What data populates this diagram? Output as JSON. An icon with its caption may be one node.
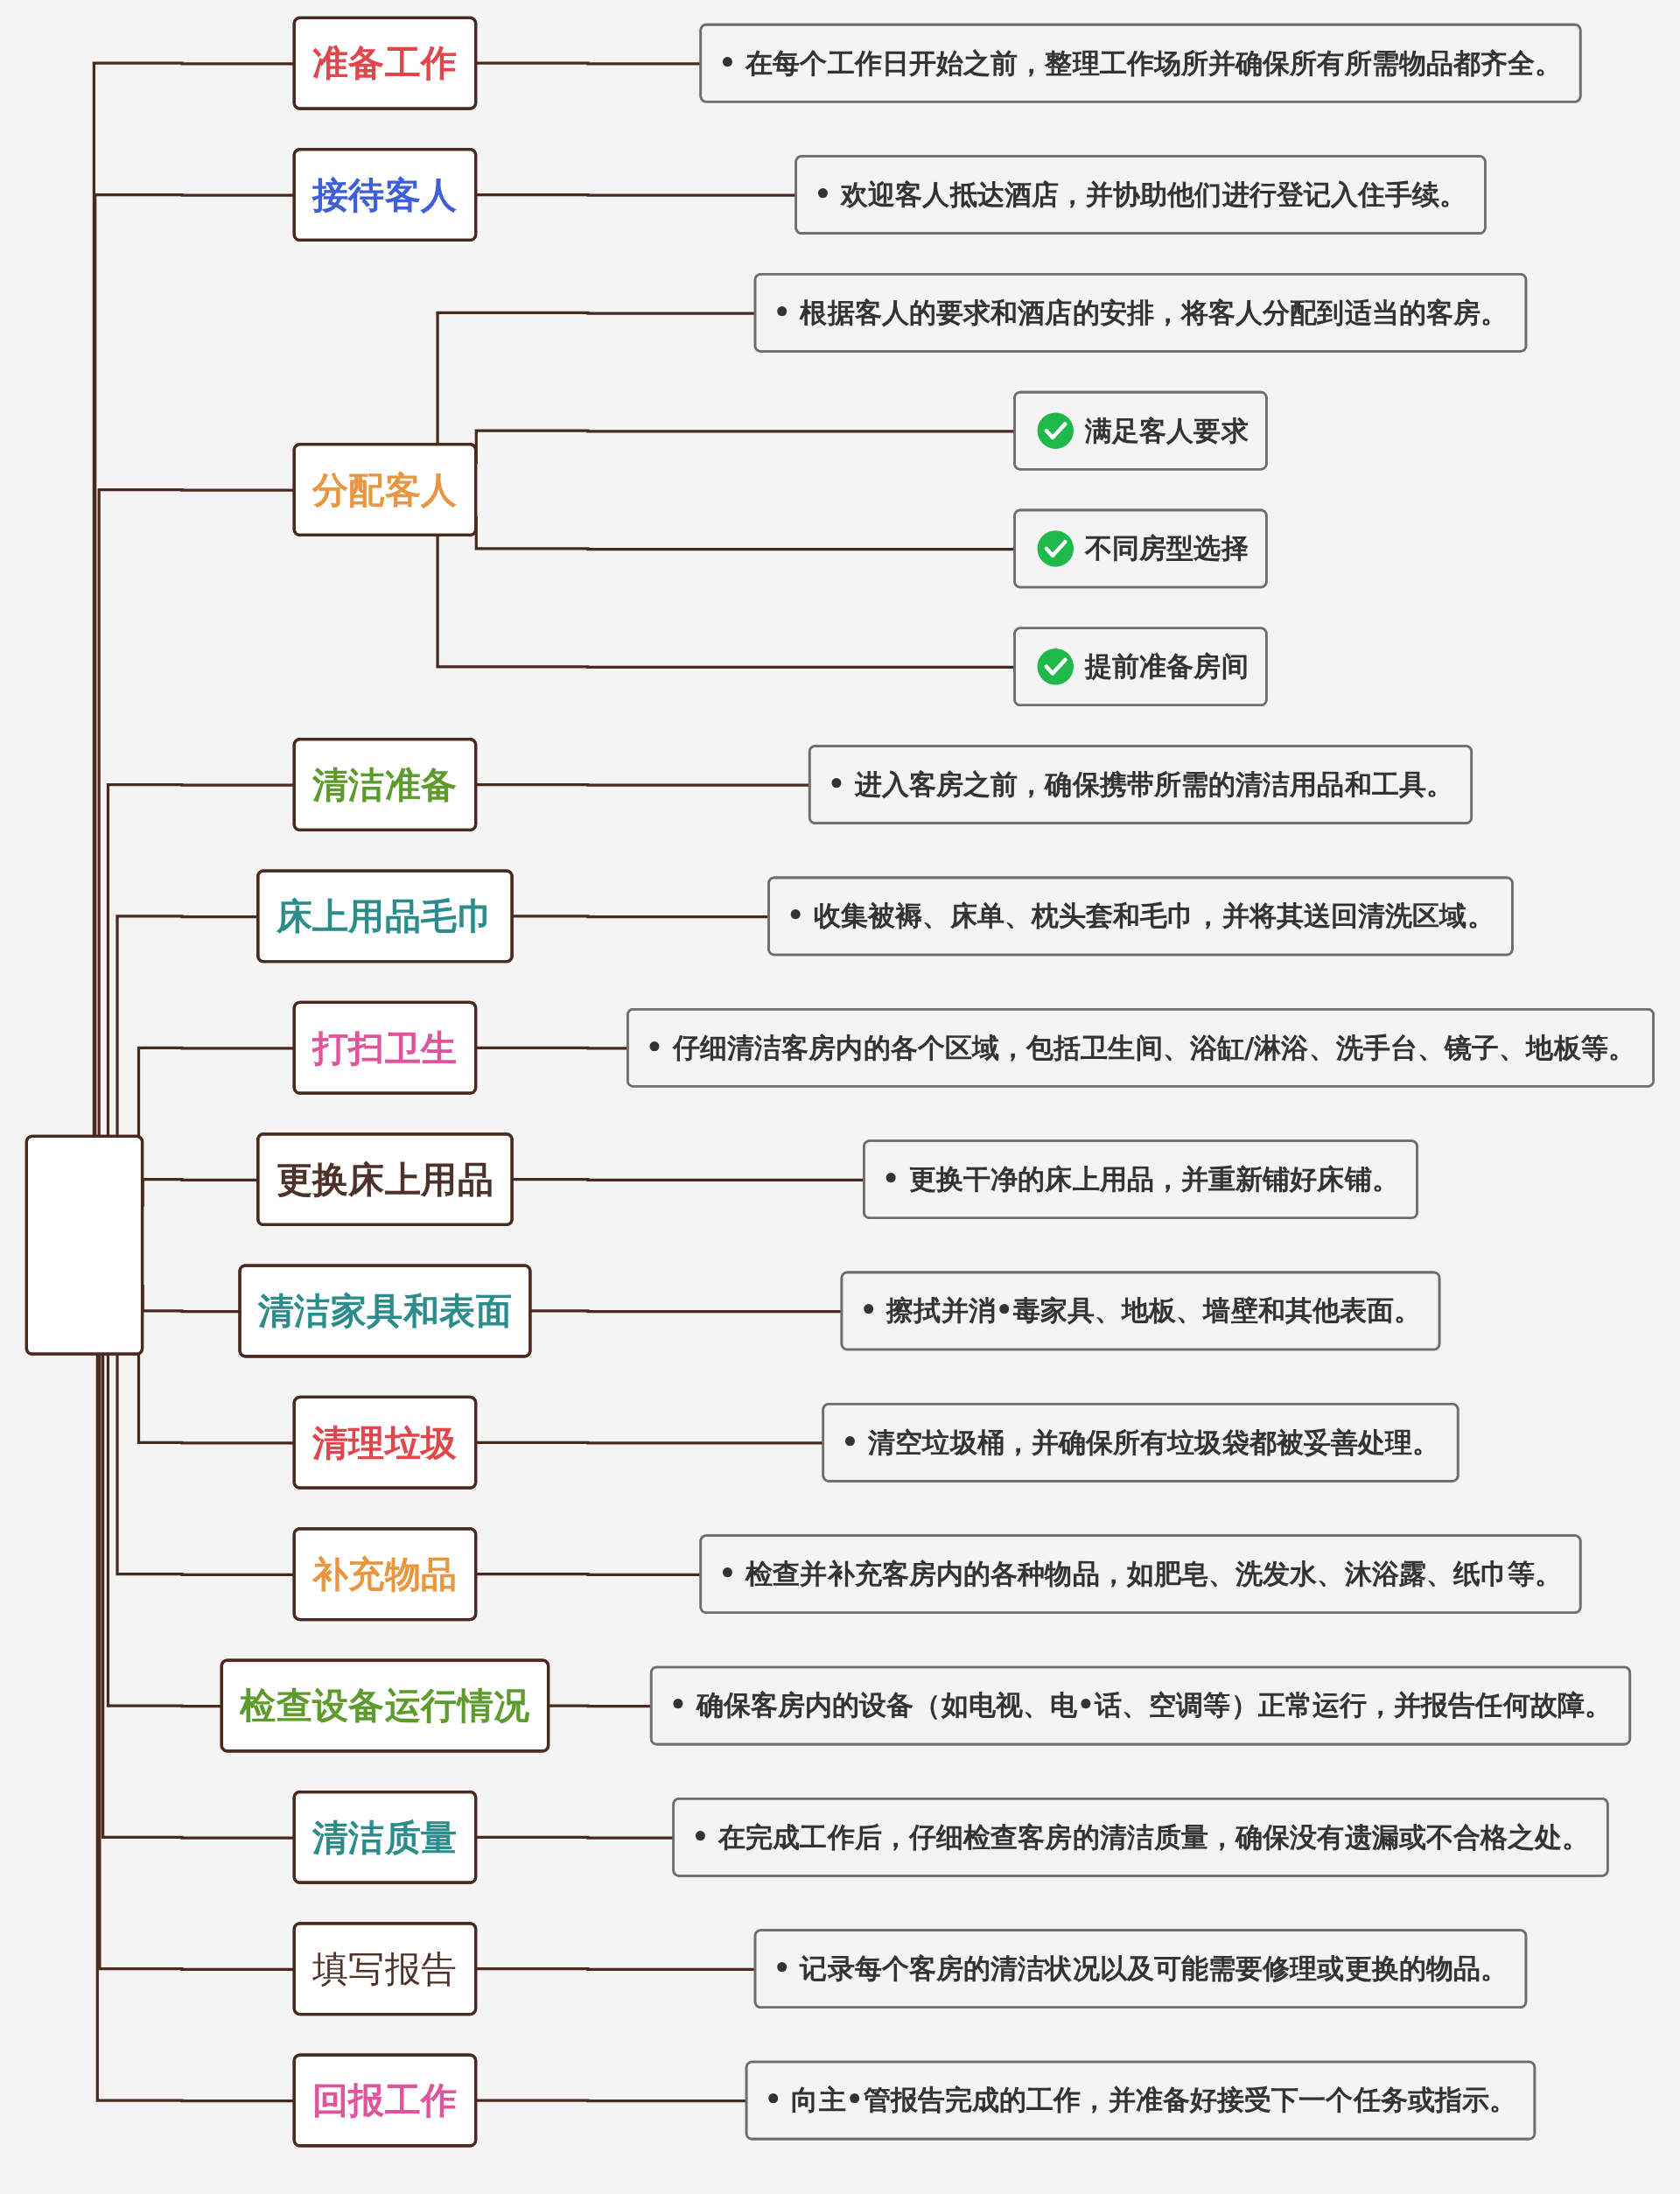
{
  "diagram": {
    "nodes": [
      {
        "text": [],
        "shape": "box"
      },
      {
        "text": [
          "准备工作"
        ]
      },
      {
        "text": [
          "• 在每个工作日开始之前，整理工作场所并确保所有所需物品都齐全。"
        ]
      },
      {
        "text": [
          "接待客人"
        ]
      },
      {
        "text": [
          "• 欢迎客人抵达酒店，并协助他们进行登记入住手续。"
        ]
      },
      {
        "text": [
          "分配客人"
        ]
      },
      {
        "text": [
          "• 根据客人的要求和酒店的安排，将客人分配到适当的客房。"
        ]
      },
      {
        "text": [
          "满足客人要求"
        ]
      },
      {
        "text": [
          "不同房型选择"
        ]
      },
      {
        "text": [
          "提前准备房间"
        ]
      },
      {
        "text": [
          "清洁准备"
        ]
      },
      {
        "text": [
          "• 进入客房之前，确保携带所需的清洁用品和工具。"
        ]
      },
      {
        "text": [
          "床上用品毛巾"
        ]
      },
      {
        "text": [
          "• 收集被褥、床单、枕头套和毛巾，并将其送回清洗区域。"
        ]
      },
      {
        "text": [
          "打扫卫生"
        ]
      },
      {
        "text": [
          "• 仔细清洁客房内的各个区域，包括卫生间、浴缸/淋浴、洗手台、镜子、地板等。"
        ]
      },
      {
        "text": [
          "更换床上用品"
        ]
      },
      {
        "text": [
          "• 更换干净的床上用品，并重新铺好床铺。"
        ]
      },
      {
        "text": [
          "清洁家具和表面"
        ]
      },
      {
        "text": [
          "• 擦拭并消•毒家具、地板、墙壁和其他表面。"
        ]
      },
      {
        "text": [
          "清理垃圾"
        ]
      },
      {
        "text": [
          "• 清空垃圾桶，并确保所有垃圾袋都被妥善处理。"
        ]
      },
      {
        "text": [
          "补充物品"
        ]
      },
      {
        "text": [
          "• 检查并补充客房内的各种物品，如肥皂、洗发水、沐浴露、纸巾等。"
        ]
      },
      {
        "text": [
          "检查设备运行情况"
        ]
      },
      {
        "text": [
          "• 确保客房内的设备（如电视、电•话、空调等）正常运行，并报告任何故障。"
        ]
      },
      {
        "text": [
          "清洁质量"
        ]
      },
      {
        "text": [
          "• 在完成工作后，仔细检查客房的清洁质量，确保没有遗漏或不合格之处。"
        ]
      },
      {
        "text": [
          "填写报告"
        ]
      },
      {
        "text": [
          "• 记录每个客房的清洁状况以及可能需要修理或更换的物品。"
        ]
      },
      {
        "text": [
          "回报工作"
        ]
      },
      {
        "text": [
          "• 向主•管报告完成的工作，并准备好接受下一个任务或指示。"
        ]
      }
    ],
    "edges": [
      {
        "from": 0,
        "to": 1,
        "arrow": "none"
      },
      {
        "from": 1,
        "to": 2,
        "arrow": "none"
      },
      {
        "from": 0,
        "to": 3,
        "arrow": "none"
      },
      {
        "from": 3,
        "to": 4,
        "arrow": "none"
      },
      {
        "from": 0,
        "to": 5,
        "arrow": "none"
      },
      {
        "from": 5,
        "to": 6,
        "arrow": "none"
      },
      {
        "from": 5,
        "to": 7,
        "arrow": "none"
      },
      {
        "from": 5,
        "to": 8,
        "arrow": "none"
      },
      {
        "from": 5,
        "to": 9,
        "arrow": "none"
      },
      {
        "from": 0,
        "to": 10,
        "arrow": "none"
      },
      {
        "from": 10,
        "to": 11,
        "arrow": "none"
      },
      {
        "from": 0,
        "to": 12,
        "arrow": "none"
      },
      {
        "from": 12,
        "to": 13,
        "arrow": "none"
      },
      {
        "from": 0,
        "to": 14,
        "arrow": "none"
      },
      {
        "from": 14,
        "to": 15,
        "arrow": "none"
      },
      {
        "from": 0,
        "to": 16,
        "arrow": "none"
      },
      {
        "from": 16,
        "to": 17,
        "arrow": "none"
      },
      {
        "from": 0,
        "to": 18,
        "arrow": "none"
      },
      {
        "from": 18,
        "to": 19,
        "arrow": "none"
      },
      {
        "from": 0,
        "to": 20,
        "arrow": "none"
      },
      {
        "from": 20,
        "to": 21,
        "arrow": "none"
      },
      {
        "from": 0,
        "to": 22,
        "arrow": "none"
      },
      {
        "from": 22,
        "to": 23,
        "arrow": "none"
      },
      {
        "from": 0,
        "to": 24,
        "arrow": "none"
      },
      {
        "from": 24,
        "to": 25,
        "arrow": "none"
      },
      {
        "from": 0,
        "to": 26,
        "arrow": "none"
      },
      {
        "from": 26,
        "to": 27,
        "arrow": "none"
      },
      {
        "from": 0,
        "to": 28,
        "arrow": "none"
      },
      {
        "from": 28,
        "to": 29,
        "arrow": "none"
      },
      {
        "from": 0,
        "to": 30,
        "arrow": "none"
      },
      {
        "from": 30,
        "to": 31,
        "arrow": "none"
      }
    ]
  }
}
